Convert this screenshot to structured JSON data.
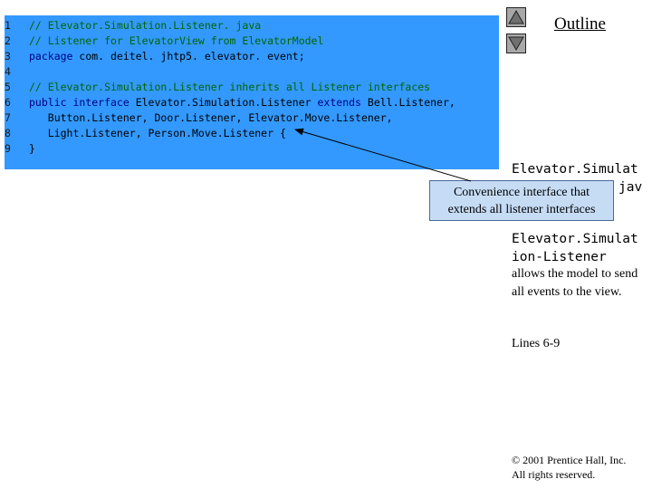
{
  "outline": {
    "title": "Outline"
  },
  "nav": {
    "up_icon": "triangle-up-icon",
    "down_icon": "triangle-down-icon"
  },
  "code": {
    "lines": [
      {
        "num": "1",
        "tokens": [
          {
            "t": "// Elevator.Simulation.Listener. java",
            "k": "comment"
          }
        ]
      },
      {
        "num": "2",
        "tokens": [
          {
            "t": "// Listener for ElevatorView from ElevatorModel",
            "k": "comment"
          }
        ]
      },
      {
        "num": "3",
        "tokens": [
          {
            "t": "package",
            "k": "keyword"
          },
          {
            "t": " com. deitel. jhtp5. elevator. event;",
            "k": "plain"
          }
        ]
      },
      {
        "num": "4",
        "tokens": []
      },
      {
        "num": "5",
        "tokens": [
          {
            "t": "// Elevator.Simulation.Listener inherits all Listener interfaces",
            "k": "comment"
          }
        ]
      },
      {
        "num": "6",
        "tokens": [
          {
            "t": "public interface",
            "k": "keyword"
          },
          {
            "t": " Elevator.Simulation.Listener ",
            "k": "plain"
          },
          {
            "t": "extends",
            "k": "keyword"
          },
          {
            "t": " Bell.Listener,",
            "k": "plain"
          }
        ]
      },
      {
        "num": "7",
        "tokens": [
          {
            "t": "   Button.Listener, Door.Listener, Elevator.Move.Listener,",
            "k": "plain"
          }
        ]
      },
      {
        "num": "8",
        "tokens": [
          {
            "t": "   Light.Listener, Person.Move.Listener {",
            "k": "plain"
          }
        ]
      },
      {
        "num": "9",
        "tokens": [
          {
            "t": "}",
            "k": "plain"
          }
        ]
      }
    ]
  },
  "sidebar": {
    "file_name_line1": "Elevator.Simulat",
    "file_name_line2": "jav",
    "interface_name_line1": "Elevator.Simulat",
    "interface_name_line2": "ion-Listener",
    "description": "allows the model to send all events to the view.",
    "lines_ref": "Lines 6-9"
  },
  "callout": {
    "text_line1": "Convenience interface that",
    "text_line2": "extends all listener interfaces"
  },
  "footer": {
    "copyright_line1": "© 2001 Prentice Hall, Inc.",
    "copyright_line2": "All rights reserved."
  },
  "colors": {
    "code_background": "#3399ff",
    "comment": "#006600",
    "keyword": "#000080",
    "callout_background": "#c6dcf5"
  }
}
